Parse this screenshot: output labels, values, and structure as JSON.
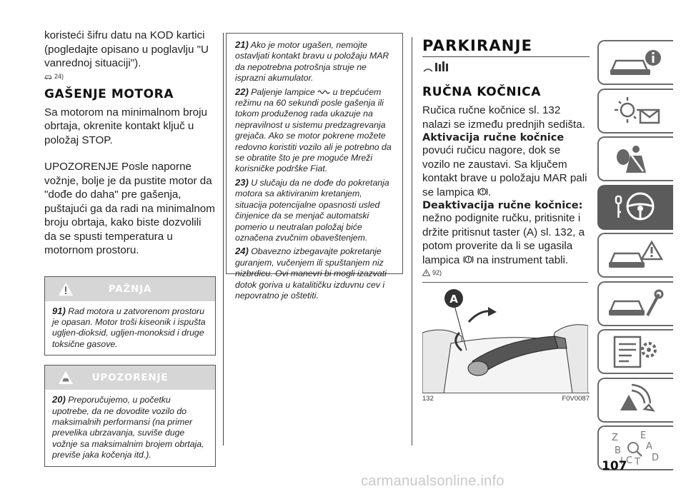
{
  "col1": {
    "intro": "koristeći šifru datu na KOD kartici (pogledajte opisano u poglavlju \"U vanrednoj situaciji\").",
    "ref1": "24)",
    "heading": "GAŠENJE MOTORA",
    "para1": "Sa motorom na minimalnom broju obrtaja, okrenite kontakt ključ u položaj STOP.",
    "para2": "UPOZORENJE Posle naporne vožnje, bolje je da pustite motor da \"dođe do daha\" pre gašenja, puštajući ga da radi na minimalnom broju obrtaja, kako biste dozvolili da se spusti temperatura u motornom prostoru.",
    "warning_box": {
      "title": "PAŽNJA",
      "num": "91)",
      "text": "Rad motora u zatvorenom prostoru je opasan. Motor troši kiseonik i ispušta ugljen-dioksid, ugljen-monoksid i druge toksične gasove."
    },
    "caution_box": {
      "title": "UPOZORENJE",
      "num": "20)",
      "text": "Preporučujemo, u početku upotrebe, da ne dovodite vozilo do maksimalnih performansi (na primer prevelika ubrzavanja, suviše duge vožnje sa maksimalnim brojem obrtaja, previše jaka kočenja itd.)."
    }
  },
  "col2": {
    "notes": [
      {
        "num": "21)",
        "text": "Ako je motor ugašen, nemojte ostavljati kontakt bravu u položaju MAR da nepotrebna potrošnja struje ne isprazni akumulator."
      },
      {
        "num": "22)",
        "text_a": "Paljenje lampice",
        "text_b": "u trepćućem režimu na 60 sekundi posle gašenja ili tokom produženog rada ukazuje na nepravilnost u sistemu predzagrevanja grejača. Ako se motor pokrene možete redovno koristiti vozilo ali je potrebno da se obratite što je pre moguće Mreži korisničke podrške Fiat."
      },
      {
        "num": "23)",
        "text": "U slučaju da ne dođe do pokretanja motora sa aktiviranim kretanjem, situacija potencijalne opasnosti usled činjenice da se menjač automatski pomerio u neutralan položaj biće označena zvučnim obaveštenjem."
      },
      {
        "num": "24)",
        "text": "Obavezno izbegavajte pokretanje guranjem, vučenjem ili spuštanjem niz nizbrdicu. Ovi manevri bi mogli izazvati dotok goriva u katalitičku izduvnu cev i nepovratno je oštetiti."
      }
    ]
  },
  "col3": {
    "heading": "PARKIRANJE",
    "subheading": "RUČNA KOČNICA",
    "intro": "Ručica ručne kočnice sl. 132 nalazi se između prednjih sedišta.",
    "activate_title": "Aktivacija ručne kočnice",
    "activate_text": "povući ručicu nagore, dok se vozilo ne zaustavi. Sa ključem kontakt brave u položaju MAR pali se lampica",
    "activate_end": ".",
    "deactivate_title": "Deaktivacija ručne kočnice:",
    "deactivate_text_a": "nežno podignite ručku, pritisnite i držite pritisnut taster (A) sl. 132, a potom proverite da li se ugasila lampica",
    "deactivate_text_b": "na instrument tabli.",
    "ref": "92)",
    "figure": {
      "label": "A",
      "number": "132",
      "code": "F0V0087"
    }
  },
  "tabs": [
    {
      "name": "car-info"
    },
    {
      "name": "lights-messages"
    },
    {
      "name": "safety"
    },
    {
      "name": "driving",
      "active": true
    },
    {
      "name": "emergency"
    },
    {
      "name": "maintenance"
    },
    {
      "name": "technical-data"
    },
    {
      "name": "multimedia"
    },
    {
      "name": "index"
    }
  ],
  "page_number": "107",
  "watermark": "carmanualsonline.info",
  "colors": {
    "box_header": "#d6d6d6",
    "active_tab": "#5b5b5b",
    "text": "#222222"
  }
}
